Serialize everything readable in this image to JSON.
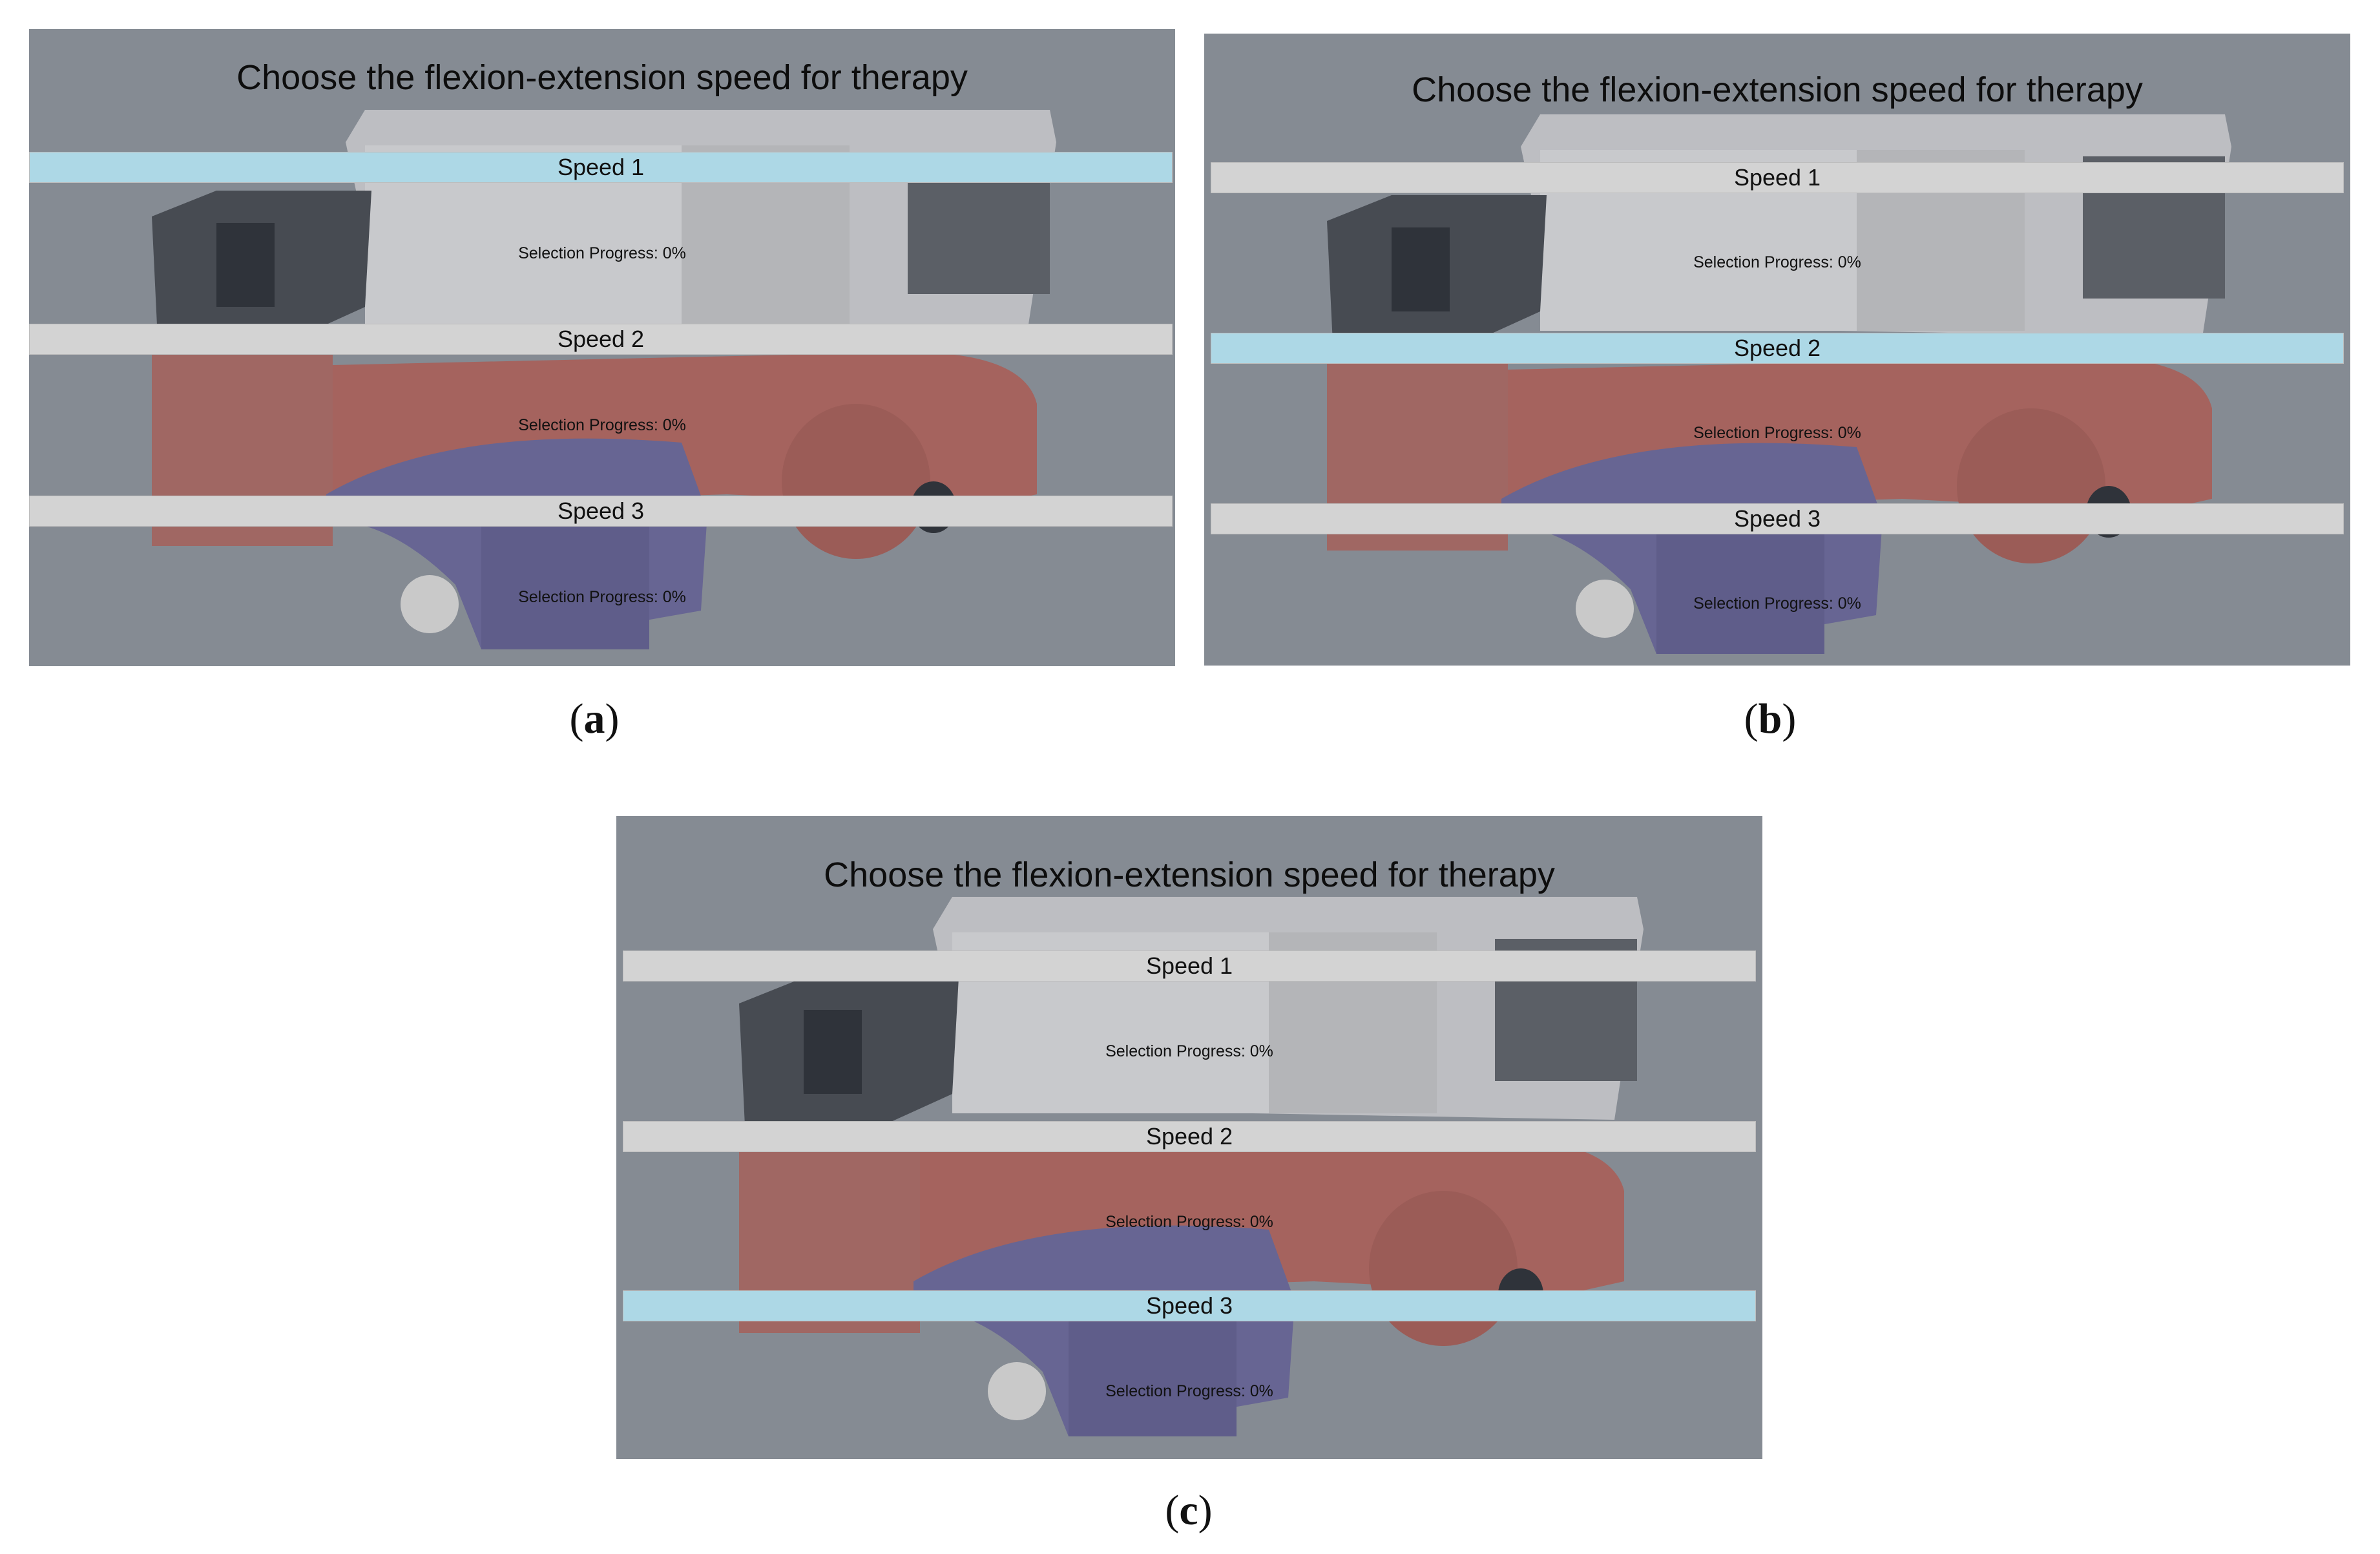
{
  "panels": [
    {
      "id": "a",
      "title": "Choose the flexion-extension speed for therapy",
      "options": [
        {
          "label": "Speed 1",
          "progress": "Selection Progress: 0%",
          "selected": true
        },
        {
          "label": "Speed 2",
          "progress": "Selection Progress: 0%",
          "selected": false
        },
        {
          "label": "Speed 3",
          "progress": "Selection Progress: 0%",
          "selected": false
        }
      ],
      "caption_letter": "a"
    },
    {
      "id": "b",
      "title": "Choose the flexion-extension speed for therapy",
      "options": [
        {
          "label": "Speed 1",
          "progress": "Selection Progress: 0%",
          "selected": false
        },
        {
          "label": "Speed 2",
          "progress": "Selection Progress: 0%",
          "selected": true
        },
        {
          "label": "Speed 3",
          "progress": "Selection Progress: 0%",
          "selected": false
        }
      ],
      "caption_letter": "b"
    },
    {
      "id": "c",
      "title": "Choose the flexion-extension speed for therapy",
      "options": [
        {
          "label": "Speed 1",
          "progress": "Selection Progress: 0%",
          "selected": false
        },
        {
          "label": "Speed 2",
          "progress": "Selection Progress: 0%",
          "selected": false
        },
        {
          "label": "Speed 3",
          "progress": "Selection Progress: 0%",
          "selected": true
        }
      ],
      "caption_letter": "c"
    }
  ],
  "colors": {
    "selected_bar": "#add8e6",
    "unselected_bar": "#d3d3d3",
    "overlay_bg": "#858b93"
  },
  "icons": {
    "background": "rehabilitation-device-render"
  }
}
